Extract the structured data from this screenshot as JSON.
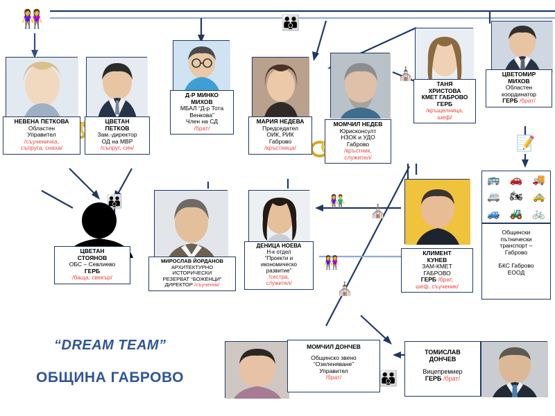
{
  "title_block": {
    "line1": "“DREAM TEAM”",
    "line2": "ОБЩИНА ГАБРОВО"
  },
  "colors": {
    "box_border": "#1f3864",
    "relation_text": "#e8453c",
    "title_text": "#2f5597",
    "wire": "#1f3864",
    "wire_light": "#8faadc"
  },
  "people": [
    {
      "id": "nevena-petkova",
      "name": "НЕВЕНА ПЕТКОВА",
      "role_lines": [
        "Областен",
        "Управител"
      ],
      "relation_lines": [
        "/съученичка,",
        "съпруга, снаха/"
      ]
    },
    {
      "id": "tsvetan-petkov",
      "name_lines": [
        "ЦВЕТАН",
        "ПЕТКОВ"
      ],
      "role_lines": [
        "Зам.-директор",
        "ОД на МВР"
      ],
      "relation_lines": [
        "/съпруг, син/"
      ]
    },
    {
      "id": "dr-minko-mihov",
      "name_lines": [
        "Д-Р МИНКО",
        "МИХОВ"
      ],
      "role_lines": [
        "МБАЛ “Д-р Тота",
        "Венкова”",
        "Член на СД"
      ],
      "relation_lines": [
        "/брат/"
      ]
    },
    {
      "id": "maria-nedeva",
      "name_lines": [
        "МАРИЯ НЕДЕВА"
      ],
      "role_lines": [
        "Председател",
        "ОИК, РИК",
        "Габрово"
      ],
      "relation_lines": [
        "/кръстница/"
      ]
    },
    {
      "id": "momchil-nedev",
      "name_lines": [
        "МОМЧИЛ НЕДЕВ"
      ],
      "role_lines": [
        "Юрисконсулт",
        "НЗОК и УДО",
        "Габрово"
      ],
      "relation_lines": [
        "/кръстник,",
        "служител/"
      ]
    },
    {
      "id": "tanya-hristova",
      "name_lines": [
        "ТАНЯ",
        "ХРИСТОВА"
      ],
      "role_lines": [
        "КМЕТ ГАБРОВО",
        "ГЕРБ"
      ],
      "relation_lines": [
        "/кръщелница,",
        "шеф/"
      ]
    },
    {
      "id": "tsvetomir-mihov",
      "name_lines": [
        "ЦВЕТОМИР",
        "МИХОВ"
      ],
      "role_lines": [
        "Областен",
        "координатор"
      ],
      "role_inline_prefix": "ГЕРБ ",
      "relation_inline": "/брат/"
    },
    {
      "id": "tsvetan-stoyanov",
      "name_lines": [
        "ЦВЕТАН",
        "СТОЯНОВ"
      ],
      "role_lines": [
        "ОБС – Севлиево",
        "ГЕРБ"
      ],
      "relation_lines": [
        "/баща, свекър/"
      ]
    },
    {
      "id": "miroslav-yordanov",
      "name_lines": [
        "МИРОСЛАВ ЙОРДАНОВ"
      ],
      "role_lines": [
        "АРХИТЕКТУРНО",
        "ИСТОРИЧЕСКИ",
        "РЕЗЕРВАТ “БОЖЕНЦИ”"
      ],
      "role_inline_prefix": "ДИРЕКТОР ",
      "relation_inline": "/съученик/"
    },
    {
      "id": "denitsa-noeva",
      "name_lines": [
        "ДЕНИЦА НОЕВА"
      ],
      "role_lines": [
        "Н-к отдел",
        "“Проекти и",
        "икономическо",
        "развитие”"
      ],
      "relation_lines": [
        "/сестра,",
        "служител/"
      ]
    },
    {
      "id": "kliment-kunev",
      "name_lines": [
        "КЛИМЕНТ",
        "КУНЕВ"
      ],
      "role_lines": [
        "ЗАМ-КМЕТ",
        "ГАБРОВО"
      ],
      "role_inline_prefix": "ГЕРБ ",
      "relation_inline": "/брат,",
      "relation_lines": [
        "шеф, съученик/"
      ]
    },
    {
      "id": "momchil-donchev",
      "name_lines": [
        "МОМЧИЛ ДОНЧЕВ"
      ],
      "role_lines": [
        "Общинско звено",
        "“Озеленяване”",
        "Управител"
      ],
      "relation_lines": [
        "/брат/"
      ]
    },
    {
      "id": "tomislav-donchev",
      "name_lines": [
        "ТОМИСЛАВ",
        "ДОНЧЕВ"
      ],
      "role_lines": [
        "Вицепремиер"
      ],
      "role_inline_prefix": "ГЕРБ ",
      "relation_inline": "/брат/"
    }
  ],
  "transport_panel": {
    "icons": [
      "bus-icon",
      "car-icon",
      "truck-icon",
      "van-icon",
      "motorcycle-icon",
      "taxi-icon",
      "sedan-icon",
      "forklift-icon",
      "bicycle-icon"
    ],
    "caption_lines": [
      "Общински",
      "пътнически",
      "транспорт –",
      "Габрово"
    ],
    "company_lines": [
      "БКС Габрово",
      "ЕООД"
    ]
  },
  "pictograms": [
    {
      "id": "two-women-icon-top-left",
      "glyph": "👭"
    },
    {
      "id": "family-icon-top-center",
      "glyph": "👪"
    },
    {
      "id": "document-sign-icon",
      "glyph": "📝"
    },
    {
      "id": "baptism-font-icon-tanya",
      "glyph": "⛪"
    },
    {
      "id": "two-children-icon",
      "glyph": "👫"
    },
    {
      "id": "two-women-icon-mid",
      "glyph": "👭"
    },
    {
      "id": "baptism-font-icon-mid",
      "glyph": "⛪"
    },
    {
      "id": "two-people-icon-right",
      "glyph": "👭"
    },
    {
      "id": "family-icon-bottom",
      "glyph": "👪"
    },
    {
      "id": "family-icon-stoyanov",
      "glyph": "👪"
    },
    {
      "id": "rings-icon-petkov",
      "glyph": "rings"
    },
    {
      "id": "rings-icon-nedev",
      "glyph": "rings"
    }
  ]
}
